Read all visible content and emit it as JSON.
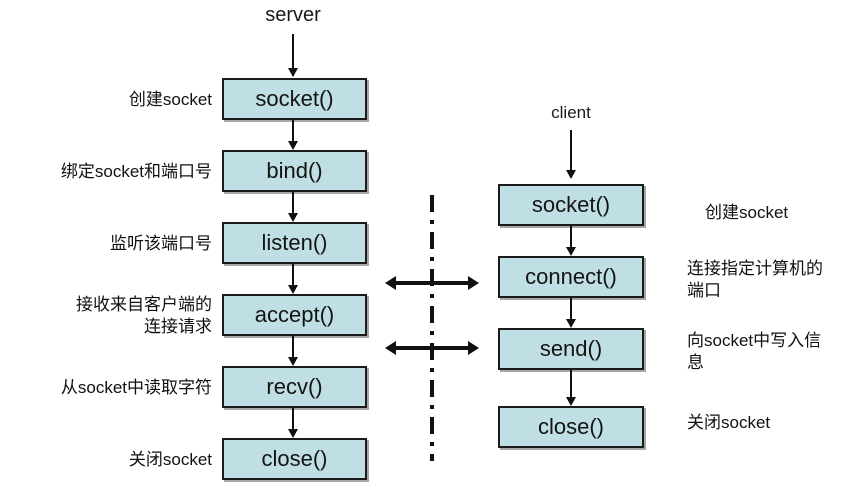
{
  "diagram": {
    "title_server": "server",
    "title_client": "client",
    "colors": {
      "box_fill": "#bfdfe4",
      "box_border": "#1b1b1b",
      "text": "#111111",
      "latin_label": "#2b2bbd",
      "background": "#ffffff"
    }
  },
  "server": {
    "title": "server",
    "steps": [
      {
        "call": "socket()",
        "note": "创建socket",
        "note_lines": [
          "创建socket"
        ]
      },
      {
        "call": "bind()",
        "note": "绑定socket和端口号",
        "note_lines": [
          "绑定socket和端口号"
        ]
      },
      {
        "call": "listen()",
        "note": "监听该端口号",
        "note_lines": [
          "监听该端口号"
        ]
      },
      {
        "call": "accept()",
        "note": "接收来自客户端的连接请求",
        "note_lines": [
          "接收来自客户端的",
          "连接请求"
        ]
      },
      {
        "call": "recv()",
        "note": "从socket中读取字符",
        "note_lines": [
          "从socket中读取字符"
        ]
      },
      {
        "call": "close()",
        "note": "关闭socket",
        "note_lines": [
          "关闭socket"
        ]
      }
    ]
  },
  "client": {
    "title": "client",
    "steps": [
      {
        "call": "socket()",
        "note": "创建socket",
        "note_lines": [
          "创建socket"
        ]
      },
      {
        "call": "connect()",
        "note": "连接指定计算机的端口",
        "note_lines": [
          "连接指定计算机的",
          "端口"
        ]
      },
      {
        "call": "send()",
        "note": "向socket中写入信息",
        "note_lines": [
          "向socket中写入信",
          "息"
        ]
      },
      {
        "call": "close()",
        "note": "关闭socket",
        "note_lines": [
          "关闭socket"
        ]
      }
    ]
  },
  "connections": [
    {
      "name": "accept-connect-link",
      "style": "double-arrow"
    },
    {
      "name": "recv-send-link",
      "style": "double-arrow"
    }
  ],
  "separator": {
    "style": "dash-dot-vertical"
  }
}
